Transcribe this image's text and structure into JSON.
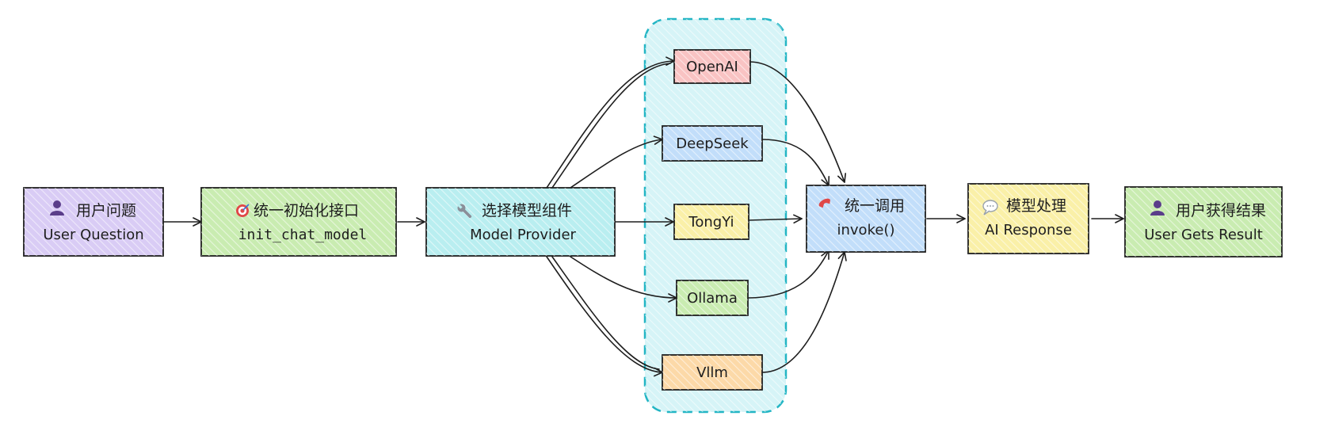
{
  "colors": {
    "stroke": "#1e1e1e",
    "group_border": "#22b5c4",
    "group_fill": "#d6f4f7"
  },
  "nodes": {
    "user_question": {
      "icon": "user-icon",
      "line1": "用户问题",
      "line2": "User Question",
      "fill": "#d9ccf5"
    },
    "init_chat_model": {
      "icon": "target-icon",
      "line1": "统一初始化接口",
      "line2": "init_chat_model",
      "fill": "#c9ecb1"
    },
    "model_provider": {
      "icon": "wrench-icon",
      "line1": "选择模型组件",
      "line2": "Model Provider",
      "fill": "#b9eef0"
    },
    "invoke": {
      "icon": "phone-icon",
      "line1": "统一调用",
      "line2": "invoke()",
      "fill": "#c2defa"
    },
    "ai_response": {
      "icon": "speech-bubble-icon",
      "line1": "模型处理",
      "line2": "AI Response",
      "fill": "#faf0a8"
    },
    "user_result": {
      "icon": "user-icon",
      "line1": "用户获得结果",
      "line2": "User Gets Result",
      "fill": "#c9ecb1"
    }
  },
  "providers": [
    {
      "label": "OpenAI",
      "fill": "#f9c3c3"
    },
    {
      "label": "DeepSeek",
      "fill": "#c2defa"
    },
    {
      "label": "TongYi",
      "fill": "#faf0a8"
    },
    {
      "label": "Ollama",
      "fill": "#c9ecb1"
    },
    {
      "label": "Vllm",
      "fill": "#fcd9a8"
    }
  ]
}
